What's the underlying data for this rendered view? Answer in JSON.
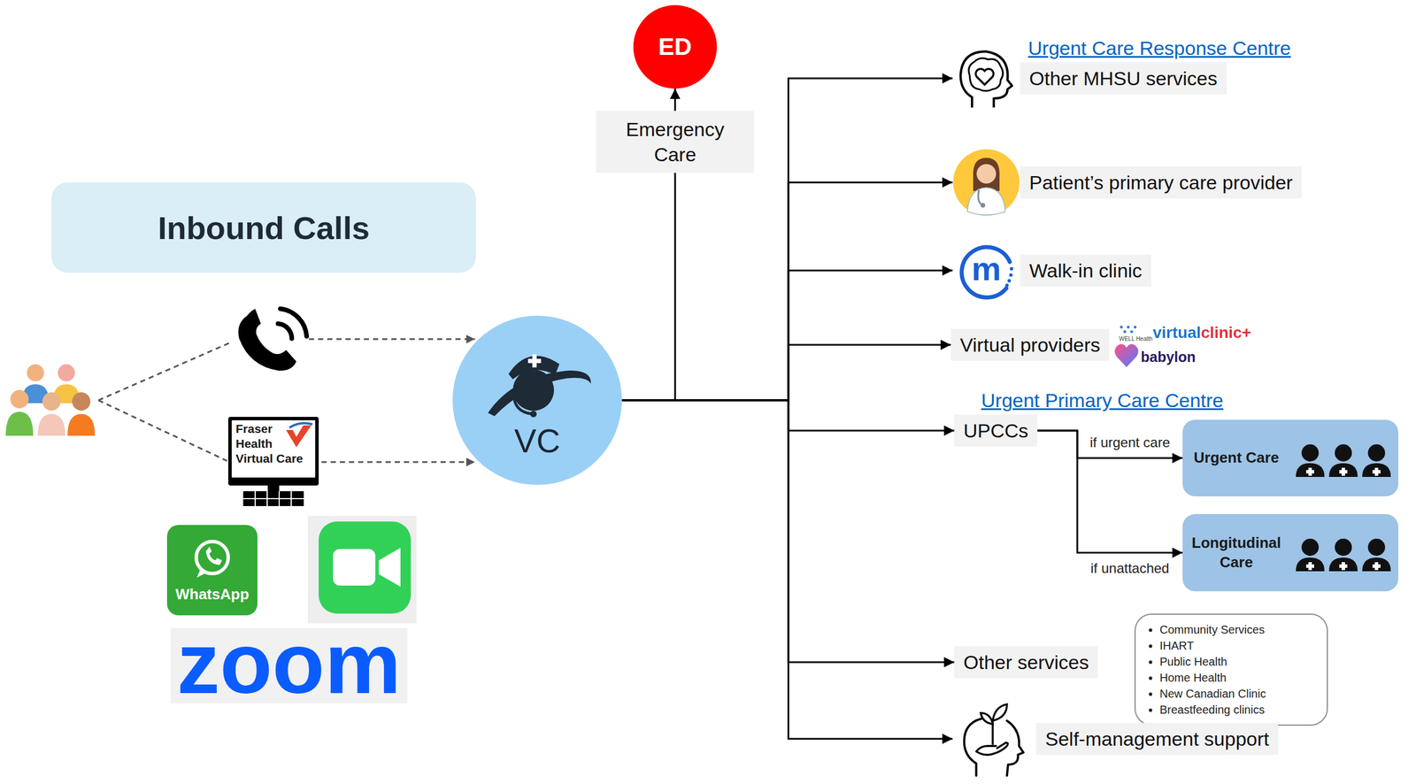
{
  "diagram": {
    "nodes": [
      {
        "text": [
          "Inbound Calls"
        ]
      },
      {
        "text": [
          "VC"
        ]
      },
      {
        "text": [
          "Emergency Care"
        ]
      },
      {
        "text": [
          "ED"
        ]
      },
      {
        "text": [
          "Urgent Care Response Centre",
          "Other MHSU services"
        ]
      },
      {
        "text": [
          "Patient’s primary care provider"
        ]
      },
      {
        "text": [
          "Walk-in clinic"
        ]
      },
      {
        "text": [
          "Virtual providers"
        ]
      },
      {
        "text": [
          "Urgent Primary Care Centre",
          "UPCCs"
        ]
      },
      {
        "text": [
          "Urgent Care"
        ]
      },
      {
        "text": [
          "Longitudinal Care"
        ]
      },
      {
        "text": [
          "Other services"
        ]
      },
      {
        "text": [
          "Community Services",
          "IHART",
          "Public Health",
          "Home Health",
          "New Canadian Clinic",
          "Breastfeeding clinics"
        ]
      },
      {
        "text": [
          "Self-management support"
        ]
      }
    ],
    "edges": [
      {
        "from": 1,
        "to": 2,
        "arrow": "none"
      },
      {
        "from": 2,
        "to": 3,
        "arrow": "to"
      },
      {
        "from": 1,
        "to": 4,
        "arrow": "to"
      },
      {
        "from": 1,
        "to": 5,
        "arrow": "to"
      },
      {
        "from": 1,
        "to": 6,
        "arrow": "to"
      },
      {
        "from": 1,
        "to": 7,
        "arrow": "to"
      },
      {
        "from": 1,
        "to": 8,
        "arrow": "to"
      },
      {
        "from": 1,
        "to": 11,
        "arrow": "to"
      },
      {
        "from": 1,
        "to": 13,
        "arrow": "to"
      },
      {
        "from": 8,
        "to": 9,
        "label": "if urgent care",
        "arrow": "to"
      },
      {
        "from": 8,
        "to": 10,
        "label": "if unattached",
        "arrow": "to"
      }
    ],
    "labels": [
      "Fraser",
      "Health",
      "Virtual Care",
      "WhatsApp",
      "zoom",
      "m",
      "WELL Health",
      "virtualclinic+",
      "babylon"
    ]
  }
}
